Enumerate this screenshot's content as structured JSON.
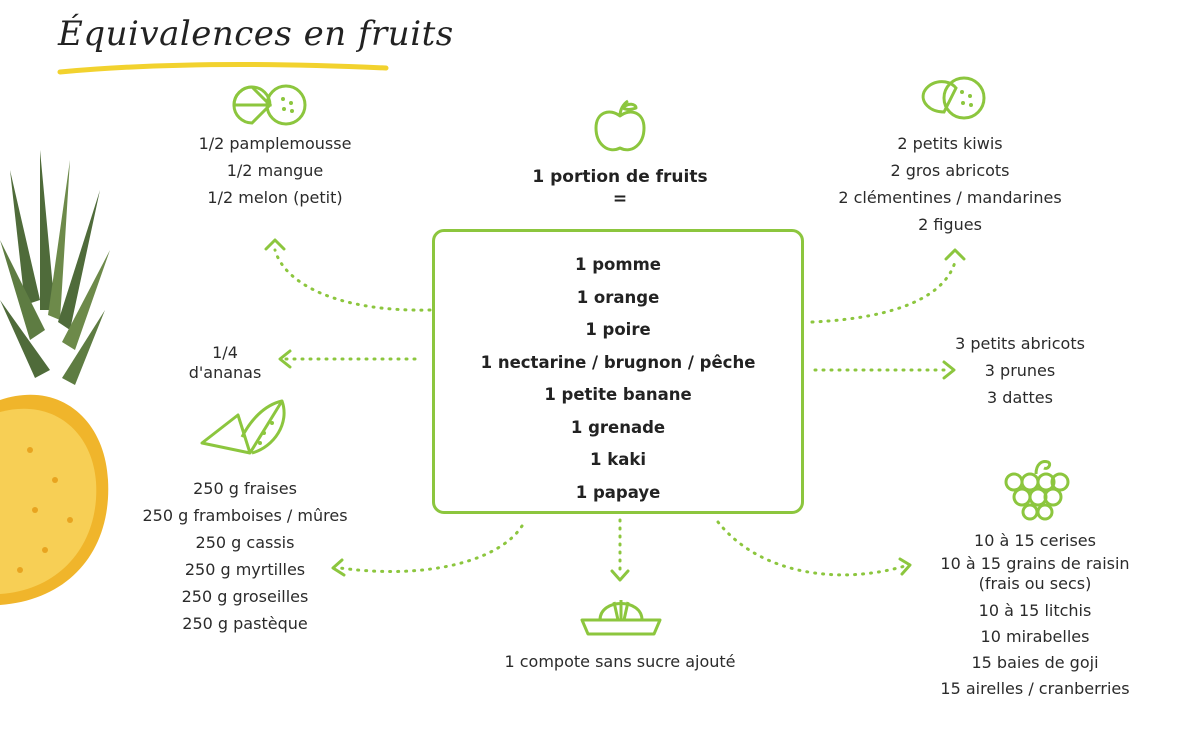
{
  "title": "Équivalences en fruits",
  "colors": {
    "accent": "#8cc63e",
    "underline": "#f2d22e"
  },
  "center": {
    "label": "1 portion de fruits",
    "equals": "=",
    "items": [
      "1 pomme",
      "1 orange",
      "1 poire",
      "1 nectarine / brugnon / pêche",
      "1 petite banane",
      "1 grenade",
      "1 kaki",
      "1 papaye"
    ]
  },
  "groups": {
    "top_left": [
      "1/2 pamplemousse",
      "1/2 mangue",
      "1/2 melon (petit)"
    ],
    "top_right": [
      "2 petits kiwis",
      "2 gros abricots",
      "2 clémentines / mandarines",
      "2 figues"
    ],
    "mid_left": [
      "1/4",
      "d'ananas"
    ],
    "mid_right": [
      "3 petits abricots",
      "3 prunes",
      "3 dattes"
    ],
    "bottom_left": [
      "250 g fraises",
      "250 g framboises / mûres",
      "250 g cassis",
      "250 g myrtilles",
      "250 g groseilles",
      "250 g pastèque"
    ],
    "bottom_center": [
      "1 compote sans sucre ajouté"
    ],
    "bottom_right": [
      "10 à 15 cerises",
      "10 à 15 grains de raisin",
      "(frais ou secs)",
      "10 à 15 litchis",
      "10 mirabelles",
      "15 baies de goji",
      "15 airelles / cranberries"
    ]
  },
  "icons": [
    "grapefruit-icon",
    "apple-icon",
    "kiwi-icon",
    "watermelon-icon",
    "grapes-icon",
    "juicer-icon",
    "pineapple-image"
  ]
}
